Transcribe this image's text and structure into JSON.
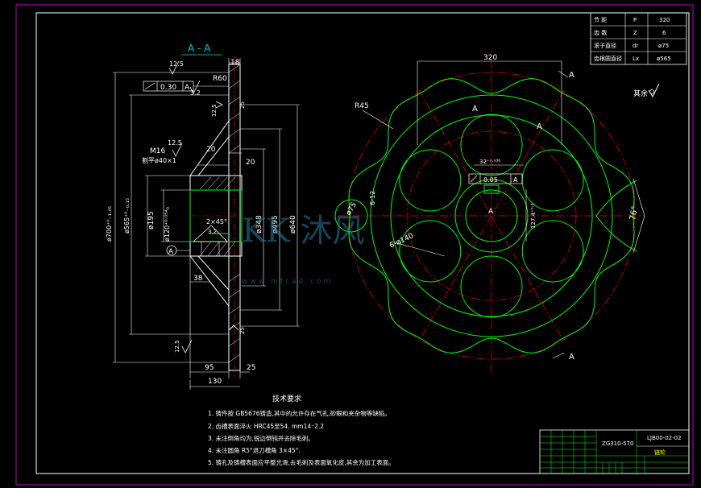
{
  "section_title": "A - A",
  "parameter_table": {
    "rows": [
      {
        "label": "节 距",
        "symbol": "P",
        "value": "320"
      },
      {
        "label": "齿 数",
        "symbol": "Z",
        "value": "6"
      },
      {
        "label": "滚子直径",
        "symbol": "dr",
        "value": "ø75"
      },
      {
        "label": "齿根圆直径",
        "symbol": "Lx",
        "value": "ø565"
      }
    ]
  },
  "roughness_rest": "其余",
  "section_dims": {
    "top_18": "18",
    "r60": "R60",
    "tol_box": [
      "0.30",
      "A"
    ],
    "r12_5": "12.5",
    "r3_2": "3.2",
    "r25": "25",
    "m16": "M16",
    "cut": "割平ø40×1",
    "d20a": "20",
    "d20b": "20",
    "d195": "ø195",
    "d120": "ø120⁺⁰·⁰⁵⁴₀",
    "d565": "ø565⁺⁰₋₀.₁₅",
    "d700": "ø700⁺⁰₋₁.₀₅",
    "d348": "ø348",
    "d495": "ø495",
    "d640": "ø640",
    "chamfer": "2×45°",
    "ra32": "3.2",
    "d38": "38",
    "datum_a": "A",
    "w95": "95",
    "w130": "130",
    "w25": "25"
  },
  "front_dims": {
    "pitch_320": "320",
    "r45": "R45",
    "d75": "ø75",
    "holes": "6-ø140",
    "six12": "6-12",
    "keyway_dim": "32⁺⁰·⁰³⁸",
    "key_tol": [
      "0.05",
      "A"
    ],
    "depth": "127.4⁺⁰·²",
    "angle": "76°",
    "a_center": "A",
    "a_top": "A",
    "a_bottom": "A",
    "a_left": "A",
    "a_inner": "A"
  },
  "tech_req": {
    "title": "技术要求",
    "items": [
      "1.  铸件按  GB5676铸造,其中的允许存在气孔,砂眼和夹杂物等缺陷。",
      "2.  齿槽表面淬火  HRC45至54.    mm14⁻2.2",
      "3.  未注倒角均为,锐边倒钝并去除毛刺。",
      "4.  未注圆角  R5°退刀槽角        3×45°.",
      "5.  铸孔及铸槽表面应平整光滑,去毛刺及表面氧化皮,其余为加工表面。"
    ]
  },
  "title_block": {
    "material": "ZG310-570",
    "drawing_no": "LJB00-02-02",
    "name": "链轮"
  },
  "watermark": {
    "text": "KK 沐风",
    "site": "www.mfcad.com"
  },
  "colors": {
    "bg": "#000000",
    "border": "#c000c0",
    "white": "#ffffff",
    "green": "#00ff00",
    "red": "#ff0000",
    "cyan": "#00d0d0",
    "yellow": "#ffff00",
    "magenta": "#ff00ff"
  }
}
